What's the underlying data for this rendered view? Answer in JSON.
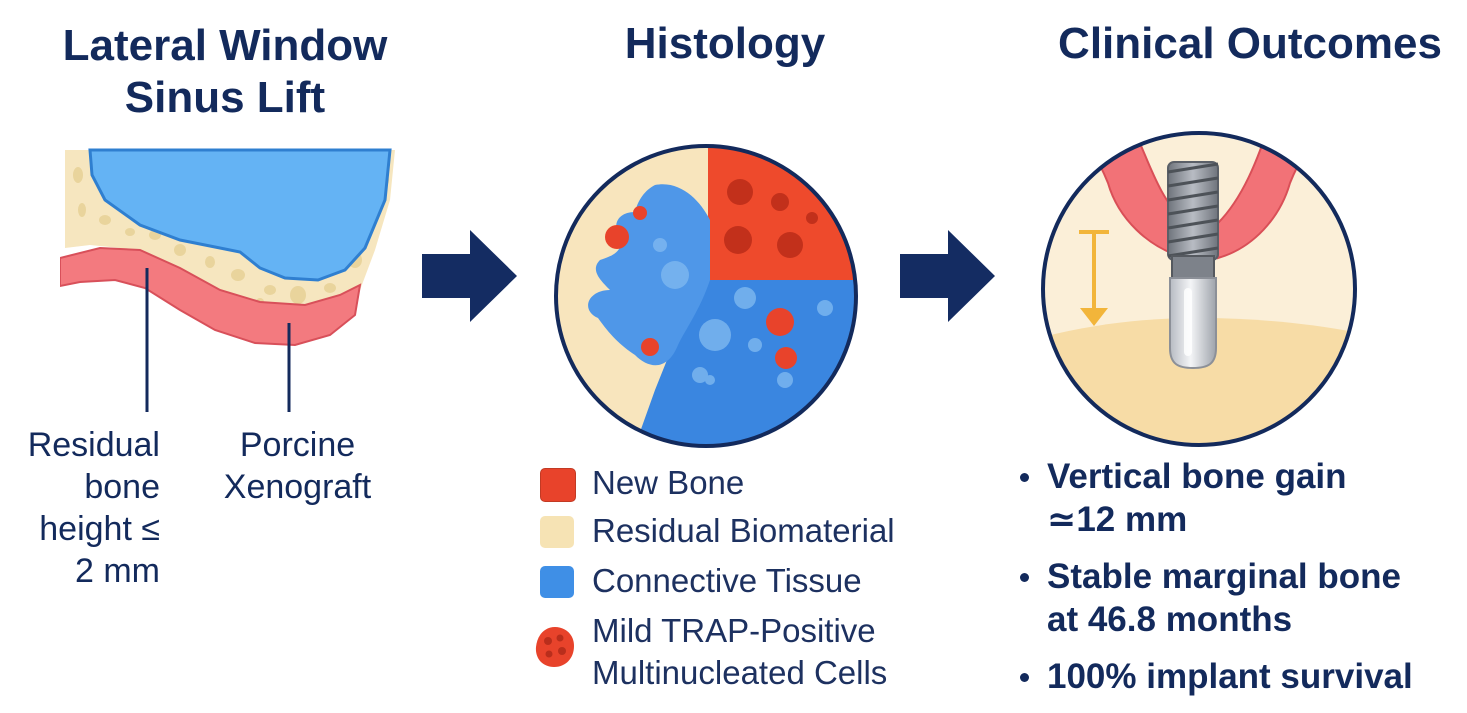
{
  "panels": {
    "left": {
      "title_line1": "Lateral Window",
      "title_line2": "Sinus Lift",
      "label_residual": [
        "Residual",
        "bone",
        "height ≤",
        "2 mm"
      ],
      "label_xenograft": [
        "Porcine",
        "Xenograft"
      ]
    },
    "middle": {
      "title": "Histology",
      "legend": [
        {
          "label": "New Bone",
          "color": "#e8432b",
          "icon": "square-swatch"
        },
        {
          "label": "Residual Biomaterial",
          "color": "#f6e3b4",
          "icon": "square-swatch"
        },
        {
          "label": "Connective Tissue",
          "color": "#3f8fe6",
          "icon": "square-swatch"
        },
        {
          "label_lines": [
            "Mild TRAP-Positive",
            "Multinucleated Cells"
          ],
          "color": "#e8432b",
          "icon": "multinucleated-cell-icon"
        }
      ]
    },
    "right": {
      "title": "Clinical Outcomes",
      "bullets": [
        {
          "lines": [
            "Vertical bone gain",
            "≃12 mm"
          ]
        },
        {
          "lines": [
            "Stable marginal bone",
            "at 46.8 months"
          ]
        },
        {
          "lines": [
            "100% implant survival"
          ]
        }
      ]
    }
  },
  "colors": {
    "navy": "#132a5c",
    "sinus_blue": "#64b3f4",
    "graft_cream": "#f6e6bf",
    "gingiva_pink": "#f37a7f",
    "new_bone_red": "#e8432b",
    "connective_blue": "#3f8fe6",
    "arrow_navy": "#142c62",
    "gain_arrow_yellow": "#f2b53a"
  },
  "icons": [
    "right-arrow-icon",
    "right-arrow-icon",
    "vertical-gain-arrow-icon",
    "dental-implant-icon"
  ]
}
